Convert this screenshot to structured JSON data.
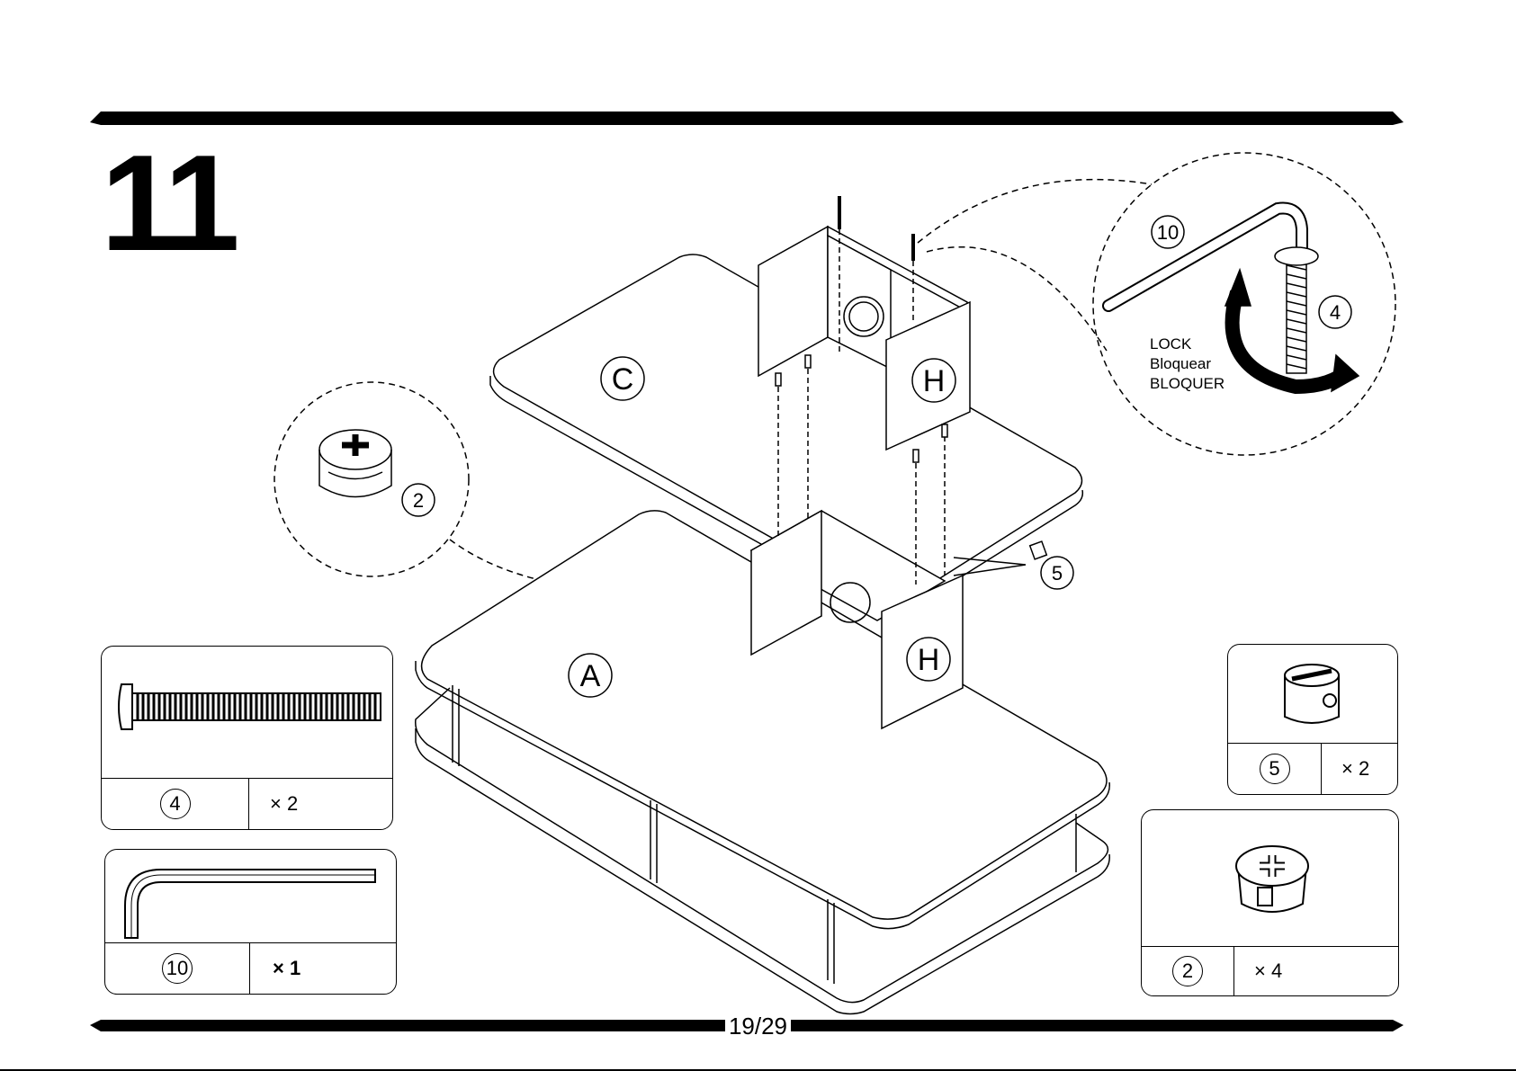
{
  "step": {
    "number": "11"
  },
  "page": {
    "label": "19/29"
  },
  "diagram": {
    "panel_labels": [
      "C",
      "H",
      "A",
      "H"
    ],
    "callout_lock": {
      "part": "10",
      "screw": "4",
      "lines": [
        "LOCK",
        "Bloquear",
        "BLOQUER"
      ]
    },
    "callout_cam": {
      "part": "2"
    },
    "dowel_part": "5"
  },
  "parts": [
    {
      "id": "4",
      "qty": "× 2",
      "icon": "bolt-icon"
    },
    {
      "id": "10",
      "qty": "× 1",
      "icon": "allen-key-icon"
    },
    {
      "id": "5",
      "qty": "× 2",
      "icon": "barrel-nut-icon"
    },
    {
      "id": "2",
      "qty": "× 4",
      "icon": "cam-lock-icon"
    }
  ]
}
